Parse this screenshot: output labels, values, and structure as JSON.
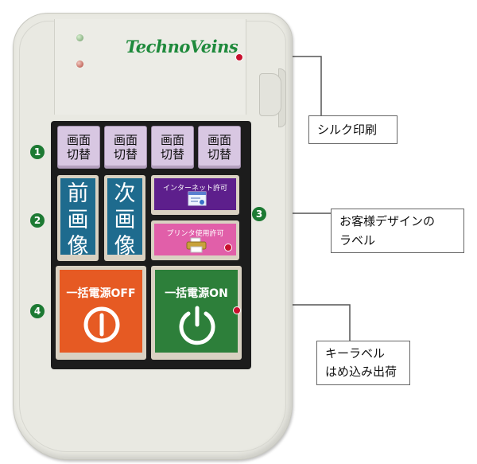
{
  "brand": {
    "logo_text": "TechnoVeins"
  },
  "keys": {
    "toggle": [
      "画面",
      "切替"
    ],
    "prev_image": [
      "前",
      "画",
      "像"
    ],
    "next_image": [
      "次",
      "画",
      "像"
    ],
    "internet": "インターネット許可",
    "printer": "プリンタ使用許可",
    "power_off": "一括電源OFF",
    "power_on": "一括電源ON"
  },
  "group_numbers": [
    "1",
    "2",
    "3",
    "4"
  ],
  "callouts": {
    "silk": "シルク印刷",
    "custom_label_1": "お客様デザインの",
    "custom_label_2": "ラベル",
    "ship_1": "キーラベル",
    "ship_2": "はめ込み出荷"
  },
  "colors": {
    "logo": "#1f8a3c",
    "toggle_key": "#d8c7e2",
    "image_key": "#1e6b8e",
    "internet_key": "#5d1f8c",
    "printer_key": "#e15fa9",
    "power_off": "#e65a23",
    "power_on": "#2d7f3a",
    "marker": "#c8102e"
  },
  "icons": [
    "power-icon",
    "browser-window-icon",
    "printer-icon"
  ]
}
